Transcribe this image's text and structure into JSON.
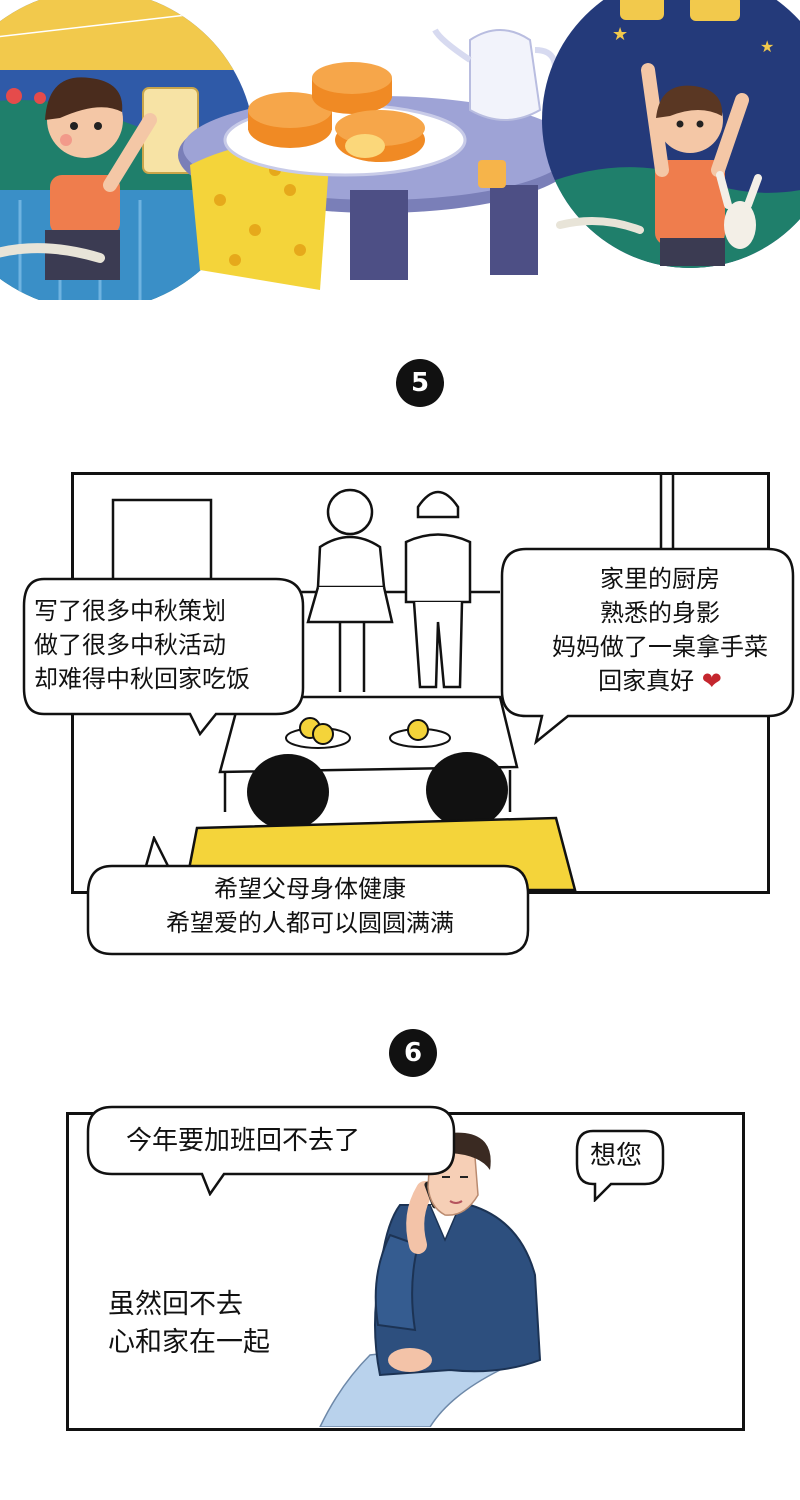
{
  "scene5": {
    "number": "5",
    "bubble_left": [
      "写了很多中秋策划",
      "做了很多中秋活动",
      "却难得中秋回家吃饭"
    ],
    "bubble_right": [
      "家里的厨房",
      "熟悉的身影",
      "妈妈做了一桌拿手菜",
      "回家真好"
    ],
    "bubble_bottom": [
      "希望父母身体健康",
      "希望爱的人都可以圆圆满满"
    ]
  },
  "scene6": {
    "number": "6",
    "bubble_left": "今年要加班回不去了",
    "bubble_right": "想您",
    "caption": [
      "虽然回不去",
      "心和家在一起"
    ]
  },
  "colors": {
    "table_yellow": "#f4d43a",
    "mooncake_orange": "#f08a24",
    "heart": "#c4262e",
    "festival_blue": "#2f5aa8",
    "shirt_blue": "#2d4f7e"
  }
}
